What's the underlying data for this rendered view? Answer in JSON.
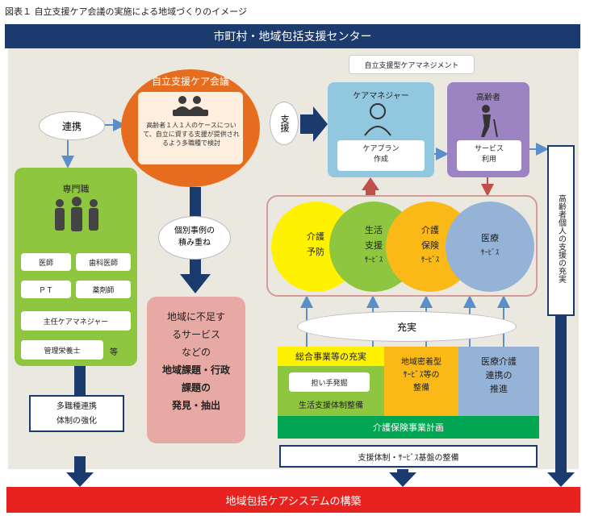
{
  "title": "図表１ 自立支援ケア会議の実施による地域づくりのイメージ",
  "top_banner": "市町村・地域包括支援センター",
  "bottom_banner": "地域包括ケアシステムの構築",
  "renkei": "連携",
  "shien": "支援",
  "meeting": {
    "title": "自立支援ケア会議",
    "description": "高齢者１人１人のケースについて、自立に資する支援が提供されるよう多職種で検討"
  },
  "professionals": {
    "title": "専門職",
    "items": [
      "医師",
      "歯科医師",
      "ＰＴ",
      "薬剤師",
      "主任ケアマネジャー",
      "管理栄養士"
    ],
    "suffix": "等"
  },
  "multi_collab": [
    "多職種連携",
    "体制の強化"
  ],
  "accumulate": [
    "個別事例の",
    "積み重ね"
  ],
  "issues": [
    "地域に不足す",
    "るサービス",
    "などの",
    "地域課題・行政",
    "課題の",
    "発見・抽出"
  ],
  "care_mgmt_label": "自立支援型ケアマネジメント",
  "care_manager": {
    "title": "ケアマネジャー",
    "plan": [
      "ケアプラン",
      "作成"
    ]
  },
  "elderly": {
    "title": "高齢者",
    "service": [
      "サービス",
      "利用"
    ]
  },
  "services": [
    {
      "lines": [
        "介護",
        "予防"
      ],
      "color": "#fff200"
    },
    {
      "lines": [
        "生活",
        "支援",
        "ｻｰﾋﾞｽ"
      ],
      "color": "#8ec63f"
    },
    {
      "lines": [
        "介護",
        "保険",
        "ｻｰﾋﾞｽ"
      ],
      "color": "#fbb917"
    },
    {
      "lines": [
        "医療",
        "ｻｰﾋﾞｽ"
      ],
      "color": "#95b3d7"
    }
  ],
  "enhance": "充実",
  "yellow_block": "総合事業等の充実",
  "ninaite": "担い手発掘",
  "seikatsu": "生活支援体制整備",
  "chiiki": [
    "地域密着型",
    "ｻｰﾋﾞｽ等の",
    "整備"
  ],
  "iryo": [
    "医療介護",
    "連携の",
    "推進"
  ],
  "kaigo_plan": "介護保険事業計画",
  "shien_taisei": "支援体制・ｻｰﾋﾞｽ基盤の整備",
  "koreisha_vertical": "高齢者個人の支援の充実"
}
